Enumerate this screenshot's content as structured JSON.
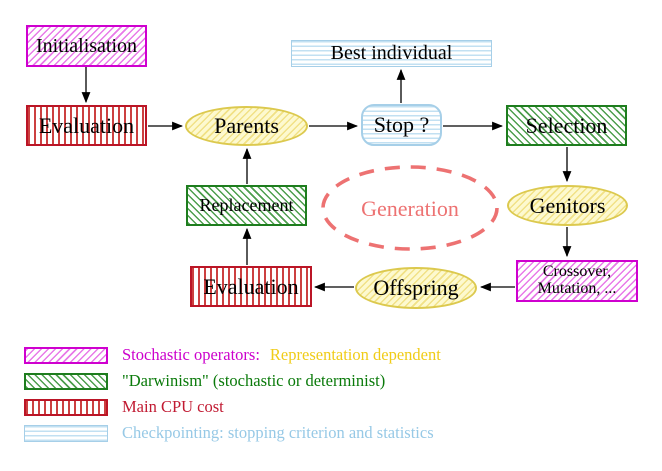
{
  "diagram": {
    "title_hint": "Evolutionary algorithm generation cycle",
    "nodes": {
      "initialisation": "Initialisation",
      "evaluation_top": "Evaluation",
      "parents": "Parents",
      "best_individual": "Best individual",
      "stop": "Stop ?",
      "selection": "Selection",
      "genitors": "Genitors",
      "crossover_line1": "Crossover,",
      "crossover_line2": "Mutation, ...",
      "offspring": "Offspring",
      "evaluation_bottom": "Evaluation",
      "replacement": "Replacement",
      "generation": "Generation"
    },
    "edges": [
      "initialisation->evaluation_top",
      "evaluation_top->parents",
      "parents->stop",
      "stop->best_individual",
      "stop->selection",
      "selection->genitors",
      "genitors->crossover_mutation",
      "crossover_mutation->offspring",
      "offspring->evaluation_bottom",
      "evaluation_bottom->replacement",
      "replacement->parents"
    ],
    "legend": {
      "rows": [
        {
          "swatch": "magenta-diagonal-hatch-swatch",
          "label": "Stochastic operators:",
          "label2": "Representation dependent"
        },
        {
          "swatch": "green-diagonal-hatch-swatch",
          "label": "\"Darwinism\" (stochastic or determinist)",
          "label2": ""
        },
        {
          "swatch": "red-vertical-stripes-swatch",
          "label": "Main CPU cost",
          "label2": ""
        },
        {
          "swatch": "cyan-horizontal-stripes-swatch",
          "label": "Checkpointing: stopping criterion and statistics",
          "label2": ""
        }
      ]
    },
    "colors": {
      "magenta_border": "#cf00cf",
      "green_border": "#1e7d1e",
      "red_border": "#bb1526",
      "cyan_border": "#a6cfe8",
      "yellow_ellipse_border": "#dcc94e",
      "salmon_generation": "#ed7272",
      "legend_magenta_text": "#cc00cc",
      "legend_yellow_text": "#f0cc18",
      "legend_green_text": "#0a7a0a",
      "legend_red_text": "#c11a32",
      "legend_cyan_text": "#97c9e6",
      "arrow_black": "#000000"
    }
  }
}
